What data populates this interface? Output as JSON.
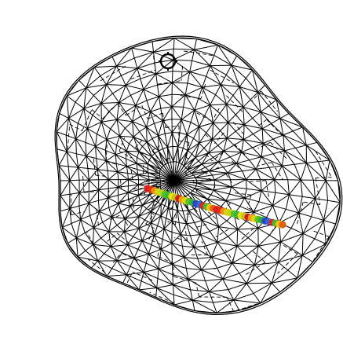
{
  "viewer": {
    "background_color": "#ffffff",
    "mesh_color": "#000000",
    "mesh_style": "wireframe",
    "hidden_edges": "dashed",
    "marker_icon": "target-circle-icon"
  },
  "electrode_track": {
    "contact_count": 40,
    "colors": [
      "#dc2020",
      "#e02a18",
      "#f08a10",
      "#d8d010",
      "#c0d818",
      "#58c020",
      "#30b838",
      "#e8e010",
      "#c4c41a",
      "#d02020",
      "#f0a010",
      "#d8d80e",
      "#60c020",
      "#2cb040",
      "#3040c0",
      "#2c6ad8",
      "#dc2424",
      "#48b830",
      "#f0c010",
      "#e06010"
    ]
  }
}
